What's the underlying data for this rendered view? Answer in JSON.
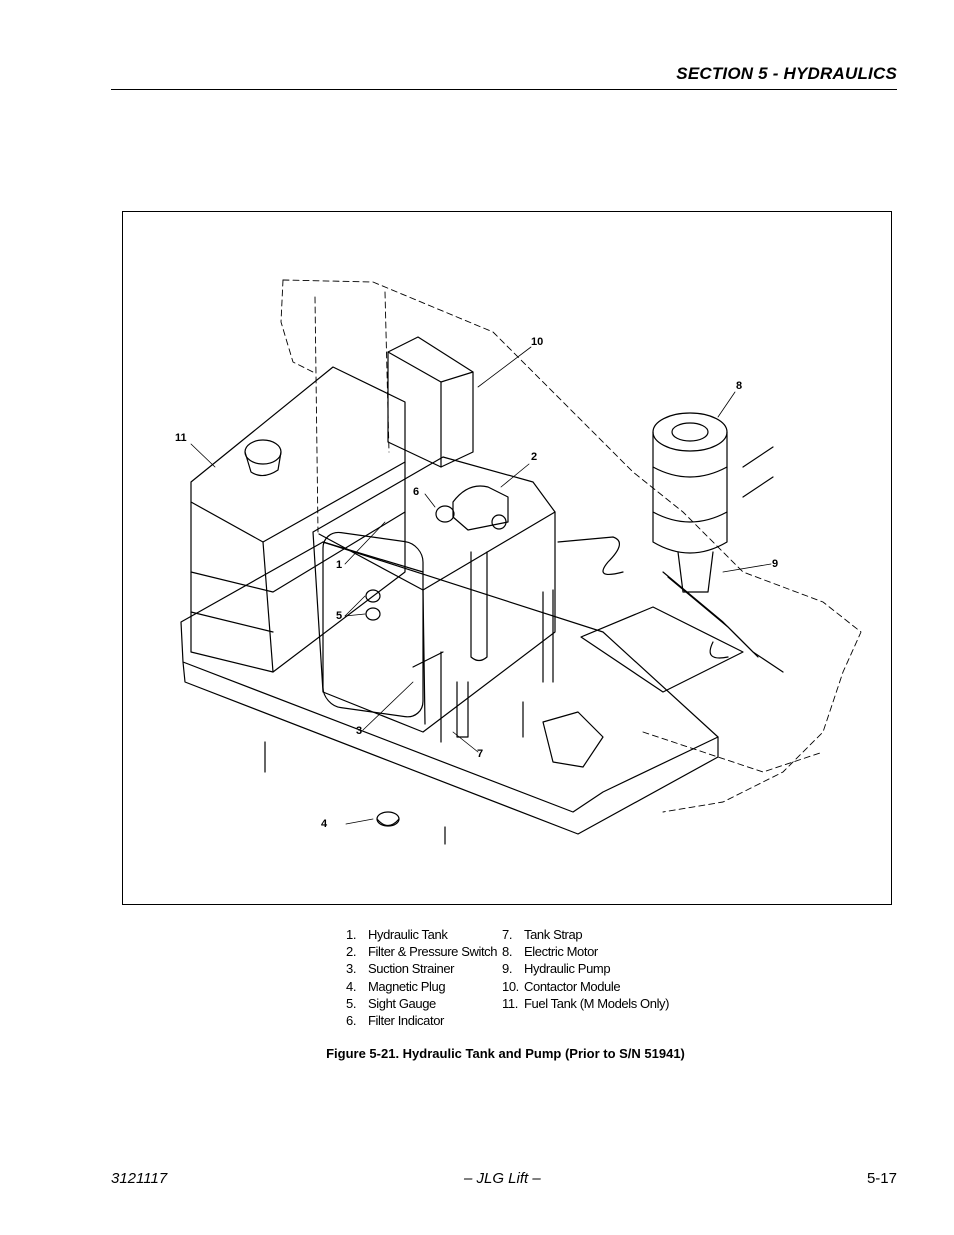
{
  "header": {
    "section_title": "SECTION 5 - HYDRAULICS"
  },
  "figure": {
    "callouts": [
      {
        "id": "c10",
        "label": "10"
      },
      {
        "id": "c8",
        "label": "8"
      },
      {
        "id": "c11",
        "label": "11"
      },
      {
        "id": "c2",
        "label": "2"
      },
      {
        "id": "c6",
        "label": "6"
      },
      {
        "id": "c1",
        "label": "1"
      },
      {
        "id": "c9",
        "label": "9"
      },
      {
        "id": "c5",
        "label": "5"
      },
      {
        "id": "c3",
        "label": "3"
      },
      {
        "id": "c7",
        "label": "7"
      },
      {
        "id": "c4",
        "label": "4"
      }
    ],
    "legend_left": [
      {
        "num": "1.",
        "text": "Hydraulic Tank"
      },
      {
        "num": "2.",
        "text": "Filter & Pressure Switch"
      },
      {
        "num": "3.",
        "text": "Suction Strainer"
      },
      {
        "num": "4.",
        "text": "Magnetic Plug"
      },
      {
        "num": "5.",
        "text": "Sight Gauge"
      },
      {
        "num": "6.",
        "text": "Filter Indicator"
      }
    ],
    "legend_right": [
      {
        "num": "7.",
        "text": "Tank Strap"
      },
      {
        "num": "8.",
        "text": "Electric Motor"
      },
      {
        "num": "9.",
        "text": "Hydraulic Pump"
      },
      {
        "num": "10.",
        "text": "Contactor Module"
      },
      {
        "num": "11.",
        "text": "Fuel Tank (M Models Only)"
      }
    ],
    "caption": "Figure 5-21.  Hydraulic Tank and Pump (Prior to S/N 51941)"
  },
  "footer": {
    "doc_number": "3121117",
    "publisher": "– JLG Lift –",
    "page_number": "5-17"
  }
}
